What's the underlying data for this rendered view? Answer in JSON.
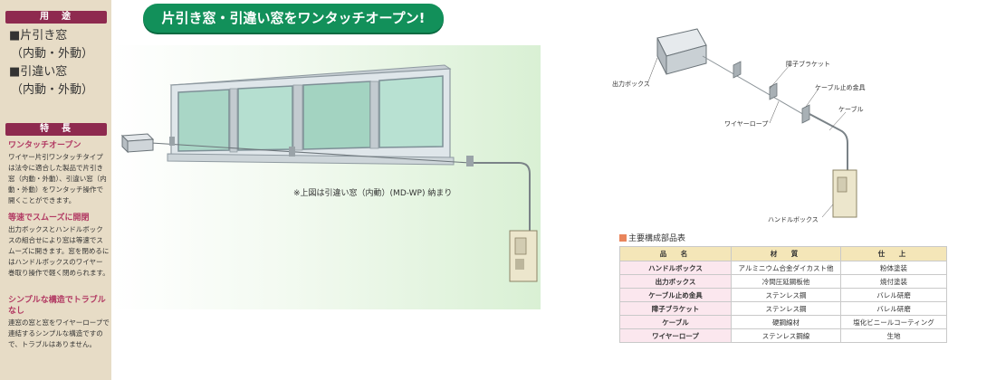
{
  "sidebar": {
    "use_heading": "用　途",
    "use_items": [
      "■片引き窓",
      "（内動・外動）",
      "■引違い窓",
      "（内動・外動）"
    ],
    "feature_heading": "特　長",
    "features": [
      {
        "title": "ワンタッチオープン",
        "text": "ワイヤー片引ワンタッチタイプは法令に適合した製品で片引き窓（内動・外動）、引違い窓（内動・外動）をワンタッチ操作で開くことができます。"
      },
      {
        "title": "等速でスムーズに開閉",
        "text": "出力ボックスとハンドルボックスの組合せにより窓は等速でスムーズに開きます。窓を閉めるにはハンドルボックスのワイヤー巻取り操作で軽く閉められます。"
      },
      {
        "title": "シンプルな構造でトラブルなし",
        "text": "連窓の窓と窓をワイヤーロープで連結するシンプルな構造ですので、トラブルはありません。"
      }
    ]
  },
  "banner": "片引き窓・引違い窓をワンタッチオープン!",
  "caption": "※上図は引違い窓（内動）(MD-WP) 納まり",
  "diagram_labels": {
    "output_box": "出力ボックス",
    "bracket": "障子ブラケット",
    "cable_stopper": "ケーブル止め金具",
    "wire_rope": "ワイヤーロープ",
    "cable": "ケーブル",
    "handle_box": "ハンドルボックス"
  },
  "table": {
    "title": "主要構成部品表",
    "headers": [
      "品　名",
      "材　質",
      "仕　上"
    ],
    "rows": [
      [
        "ハンドルボックス",
        "アルミニウム合金ダイカスト他",
        "粉体塗装"
      ],
      [
        "出力ボックス",
        "冷間圧延鋼板他",
        "焼付塗装"
      ],
      [
        "ケーブル止め金具",
        "ステンレス鋼",
        "バレル研磨"
      ],
      [
        "障子ブラケット",
        "ステンレス鋼",
        "バレル研磨"
      ],
      [
        "ケーブル",
        "硬鋼線材",
        "塩化ビニールコーティング"
      ],
      [
        "ワイヤーロープ",
        "ステンレス鋼線",
        "生地"
      ]
    ]
  },
  "colors": {
    "banner_green": "#12905a",
    "heading_maroon": "#8e2a4f",
    "feature_title_pink": "#b23a63",
    "sidebar_beige": "#e7dcc6",
    "table_header": "#f4e6b8",
    "table_name_cell": "#fbe7ee"
  }
}
